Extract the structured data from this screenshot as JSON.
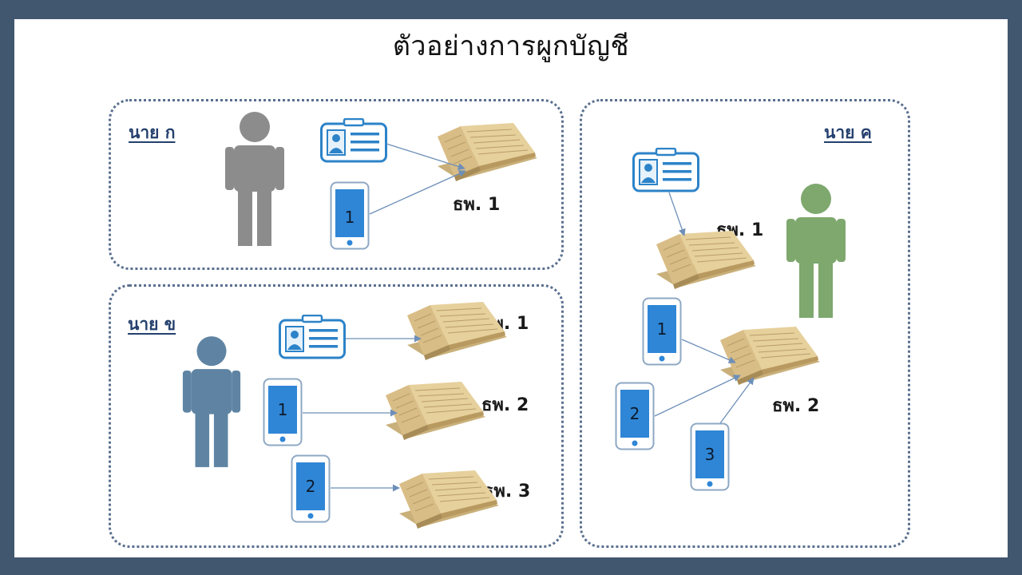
{
  "title": "ตัวอย่างการผูกบัญชี",
  "panels": {
    "a": {
      "name": "นาย ก",
      "person_color": "#8c8c8c",
      "devices": [
        {
          "number": "1"
        }
      ],
      "banks": [
        {
          "label": "ธพ. 1"
        }
      ]
    },
    "b": {
      "name": "นาย ข",
      "person_color": "#5f84a3",
      "devices": [
        {
          "number": "1"
        },
        {
          "number": "2"
        }
      ],
      "banks": [
        {
          "label": "ธพ. 1"
        },
        {
          "label": "ธพ. 2"
        },
        {
          "label": "ธพ. 3"
        }
      ]
    },
    "c": {
      "name": "นาย ค",
      "person_color": "#7ea86e",
      "devices": [
        {
          "number": "1"
        },
        {
          "number": "2"
        },
        {
          "number": "3"
        }
      ],
      "banks": [
        {
          "label": "ธพ. 1"
        },
        {
          "label": "ธพ. 2"
        }
      ]
    }
  },
  "colors": {
    "background": "#41566f",
    "panel_border": "#5a6f8f",
    "phone_screen": "#2f86d6",
    "arrow": "#6d8fb8"
  },
  "icons": [
    "person-icon",
    "id-card-icon",
    "phone-icon",
    "passbook-icon"
  ]
}
